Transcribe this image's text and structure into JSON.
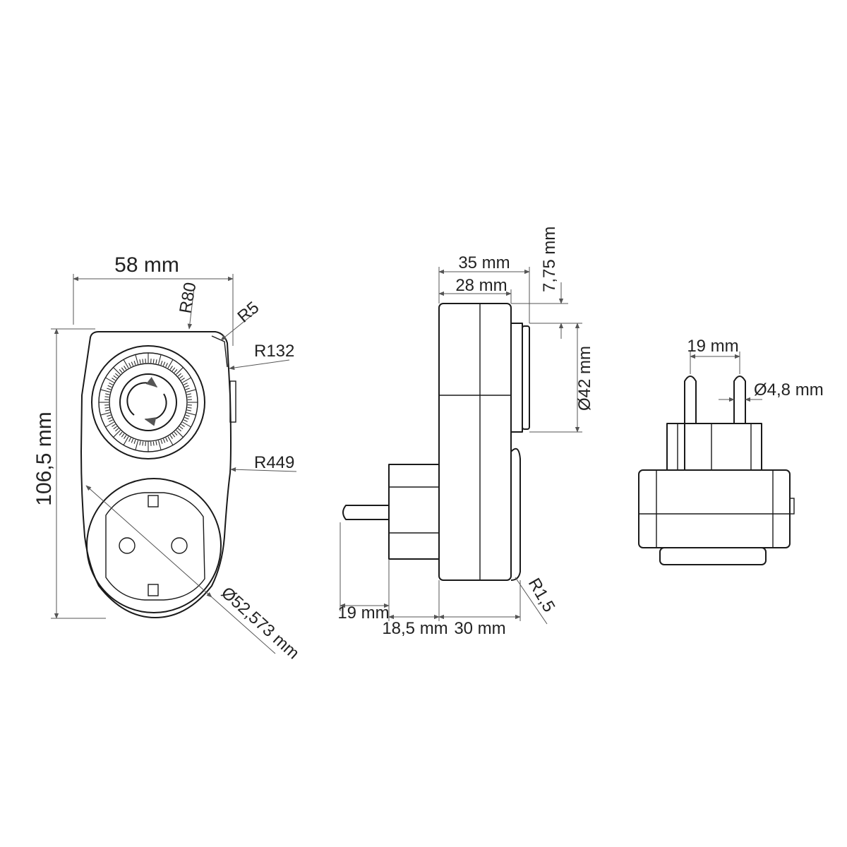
{
  "front_view": {
    "width_label": "58 mm",
    "height_label": "106,5 mm",
    "r80_label": "R80",
    "r5_label": "R5",
    "r132_label": "R132",
    "r449_label": "R449",
    "socket_diameter_label": "Ø52,573 mm"
  },
  "side_view": {
    "depth_35_label": "35 mm",
    "depth_28_label": "28 mm",
    "offset_775_label": "7,75 mm",
    "knob_diameter_label": "Ø42 mm",
    "radius_label": "R1,5",
    "pin_length_label": "19 mm",
    "plug_label": "18,5 mm",
    "body_label": "30 mm"
  },
  "top_view": {
    "pin_spacing_label": "19 mm",
    "pin_diameter_label": "Ø4,8 mm"
  },
  "icons": [
    "timer-dial-icon",
    "rotate-arrows-icon",
    "schuko-socket-icon",
    "plug-pin-icon"
  ]
}
